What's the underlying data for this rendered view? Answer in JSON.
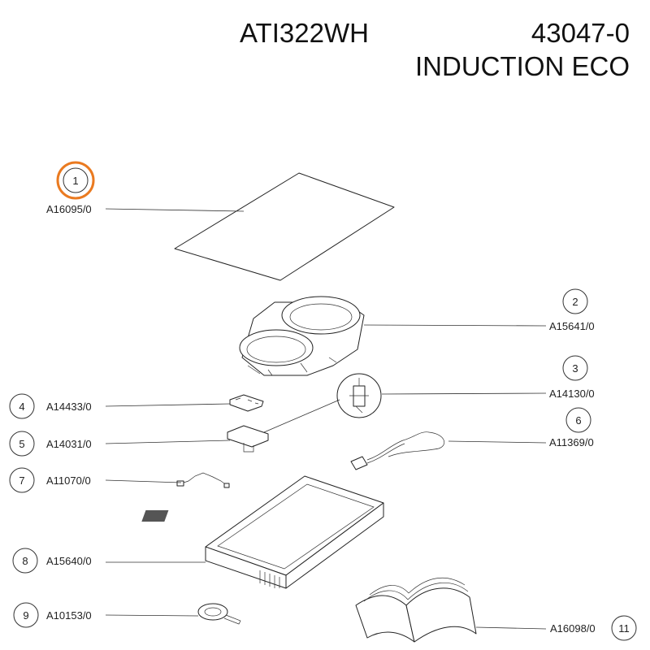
{
  "header": {
    "model": "ATI322WH",
    "code": "43047-0",
    "subtitle": "INDUCTION ECO"
  },
  "highlight_color": "#ea7a20",
  "callouts": [
    {
      "num": "1",
      "part": "A16095/0",
      "highlighted": true
    },
    {
      "num": "2",
      "part": "A15641/0"
    },
    {
      "num": "3",
      "part": "A14130/0"
    },
    {
      "num": "4",
      "part": "A14433/0"
    },
    {
      "num": "5",
      "part": "A14031/0"
    },
    {
      "num": "6",
      "part": "A11369/0"
    },
    {
      "num": "7",
      "part": "A11070/0"
    },
    {
      "num": "8",
      "part": "A15640/0"
    },
    {
      "num": "9",
      "part": "A10153/0"
    },
    {
      "num": "11",
      "part": "A16098/0"
    }
  ]
}
